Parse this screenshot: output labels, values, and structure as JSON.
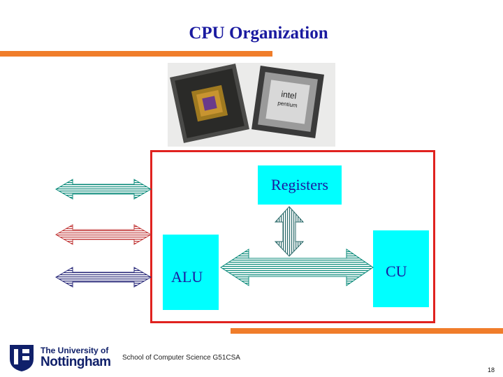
{
  "slide": {
    "title": "CPU Organization",
    "boxes": {
      "registers": "Registers",
      "alu": "ALU",
      "cu": "CU"
    },
    "footer": "School of Computer Science G51CSA",
    "page_number": "18"
  },
  "photo": {
    "chip_brand": "intel",
    "chip_model": "pentium"
  },
  "logo": {
    "line1": "The University of",
    "line2": "Nottingham"
  },
  "colors": {
    "title": "#1a1aa0",
    "accent_bar": "#f07d2a",
    "frame": "#e0221f",
    "box_fill": "#00ffff",
    "bus_teal": "#0a8a7a",
    "bus_red": "#c23a3a",
    "bus_navy": "#2a2a7a",
    "logo": "#10206a"
  }
}
